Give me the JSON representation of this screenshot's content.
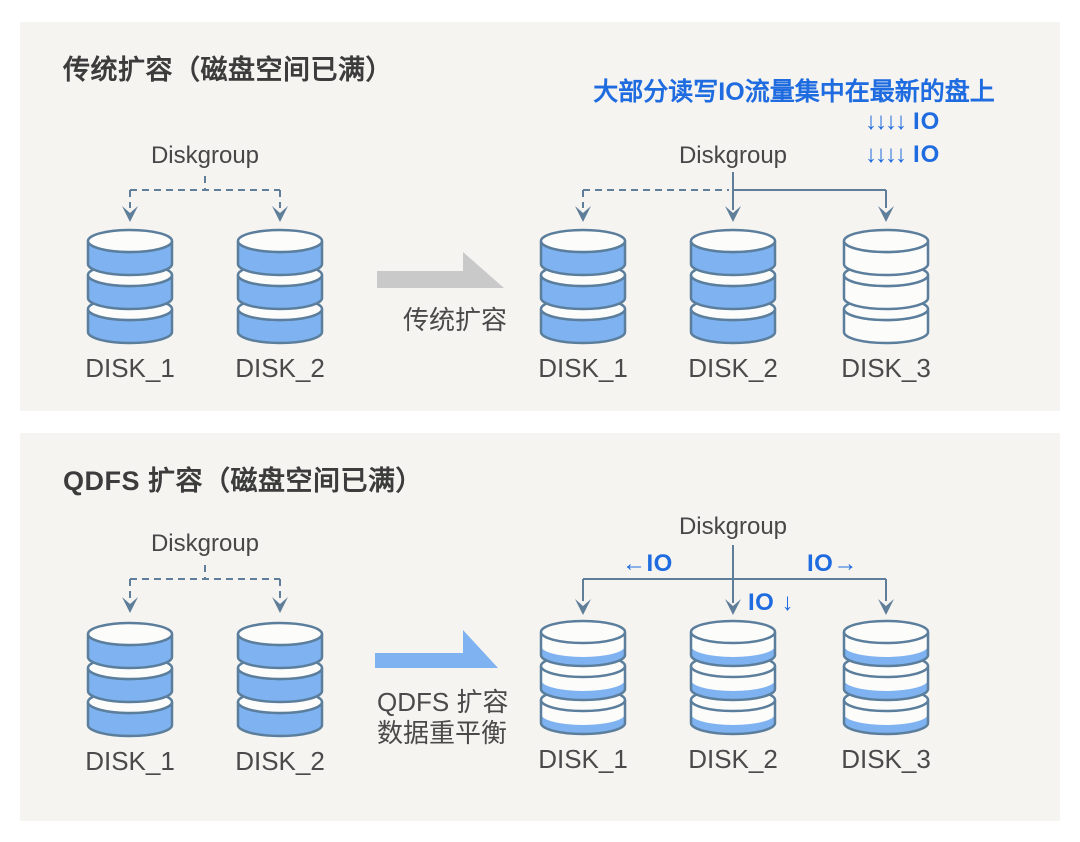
{
  "colors": {
    "page_bg": "#FFFFFF",
    "panel_bg": "#F5F4F1",
    "disk_fill_blue": "#7EB2F0",
    "disk_outline_slate": "#5B7E9C",
    "connector_slate": "#5F7E99",
    "accent_blue": "#1F6BE0",
    "gray_arrow": "#C9C9C9",
    "title_text": "#3C3C3C",
    "label_text": "#4A4A4A"
  },
  "top_panel": {
    "title": "传统扩容（磁盘空间已满）",
    "left_group": {
      "group_label": "Diskgroup",
      "disks": [
        {
          "label": "DISK_1",
          "fill": "full"
        },
        {
          "label": "DISK_2",
          "fill": "full"
        }
      ]
    },
    "transition": {
      "label": "传统扩容"
    },
    "right_group": {
      "annotation": "大部分读写IO流量集中在最新的盘上",
      "io_rows": [
        {
          "arrows": "↓↓↓↓",
          "label": "IO"
        },
        {
          "arrows": "↓↓↓↓",
          "label": "IO"
        }
      ],
      "group_label": "Diskgroup",
      "disks": [
        {
          "label": "DISK_1",
          "fill": "full"
        },
        {
          "label": "DISK_2",
          "fill": "full"
        },
        {
          "label": "DISK_3",
          "fill": "empty"
        }
      ]
    }
  },
  "bottom_panel": {
    "title": "QDFS 扩容（磁盘空间已满）",
    "left_group": {
      "group_label": "Diskgroup",
      "disks": [
        {
          "label": "DISK_1",
          "fill": "full"
        },
        {
          "label": "DISK_2",
          "fill": "full"
        }
      ]
    },
    "transition": {
      "label_line1": "QDFS 扩容",
      "label_line2": "数据重平衡"
    },
    "right_group": {
      "group_label": "Diskgroup",
      "io_left": {
        "arrow": "←",
        "label": "IO"
      },
      "io_down": {
        "label": "IO",
        "arrow": "↓"
      },
      "io_right": {
        "label": "IO",
        "arrow": "→"
      },
      "disks": [
        {
          "label": "DISK_1",
          "fill": "partial-rebalanced"
        },
        {
          "label": "DISK_2",
          "fill": "partial-rebalanced"
        },
        {
          "label": "DISK_3",
          "fill": "partial-rebalanced"
        }
      ]
    }
  }
}
